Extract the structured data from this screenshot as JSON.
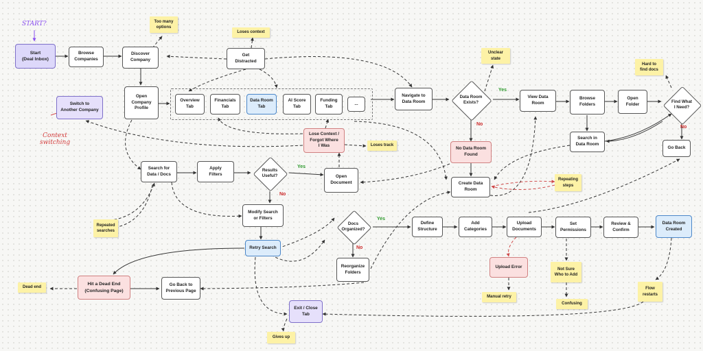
{
  "annotations": {
    "start_prompt": "START?",
    "context_switching": "Context\nswitching"
  },
  "nodes": {
    "start": "Start\n(Deal Inbox)",
    "browse_companies": "Browse\nCompanies",
    "discover_company": "Discover\nCompany",
    "get_distracted": "Get\nDistracted",
    "switch_company": "Switch to\nAnother Company",
    "open_profile": "Open\nCompany\nProfile",
    "navigate_data_room": "Navigate to\nData Room",
    "view_data_room": "View Data\nRoom",
    "browse_folders": "Browse\nFolders",
    "open_folder": "Open\nFolder",
    "search_in_data_room": "Search in\nData Room",
    "go_back": "Go Back",
    "lose_context": "Lose Context /\nForgot Where\nI Was",
    "no_data_room": "No Data Room\nFound",
    "create_data_room": "Create Data\nRoom",
    "search_data": "Search for\nData / Docs",
    "apply_filters": "Apply\nFilters",
    "open_document": "Open\nDocument",
    "modify_search": "Modify Search\nor Filters",
    "retry_search": "Retry Search",
    "dead_end": "Hit a Dead End\n(Confusing Page)",
    "go_back_previous": "Go Back to\nPrevious Page",
    "reorganize_folders": "Reorganize\nFolders",
    "define_structure": "Define\nStructure",
    "add_categories": "Add\nCategories",
    "upload_documents": "Upload\nDocuments",
    "set_permissions": "Set\nPermissions",
    "review_confirm": "Review &\nConfirm",
    "data_room_created": "Data Room\nCreated",
    "upload_error": "Upload Error",
    "exit_tab": "Exit / Close\nTab"
  },
  "tabs": {
    "overview": "Overview\nTab",
    "financials": "Financials\nTab",
    "data_room": "Data Room\nTab",
    "ai_score": "AI Score\nTab",
    "funding": "Funding\nTab",
    "more": "..."
  },
  "decisions": {
    "data_room_exists": "Data Room\nExists?",
    "find_what_needed": "Find What\nI Need?",
    "results_useful": "Results\nUseful?",
    "docs_organized": "Docs\nOrganized?"
  },
  "notes": {
    "too_many_options": "Too many\noptions",
    "loses_context": "Loses context",
    "unclear_state": "Unclear\nstate",
    "hard_to_find": "Hard to\nfind docs",
    "loses_track": "Loses track",
    "repeating_steps": "Repeating\nsteps",
    "repeated_searches": "Repeated\nsearches",
    "dead_end": "Dead end",
    "manual_retry": "Manual retry",
    "not_sure_who": "Not Sure\nWho to Add",
    "confusing": "Confusing",
    "flow_restarts": "Flow\nrestarts",
    "gives_up": "Gives up"
  },
  "edge_labels": {
    "yes_1": "Yes",
    "no_1": "No",
    "no_2": "No",
    "yes_2": "Yes",
    "no_3": "No",
    "yes_3": "Yes",
    "no_4": "No"
  },
  "colors": {
    "start_fill": "#ddd8fa",
    "purple_fill": "#e6e0fb",
    "blue_fill": "#dcecfb",
    "red_fill": "#fbe0e0",
    "sticky_fill": "#fdf2a6",
    "yes_label": "#2e9a2e",
    "no_label": "#cc2a2a",
    "annotation": "#8a4ff0",
    "context_annotation": "#d23c3c"
  }
}
